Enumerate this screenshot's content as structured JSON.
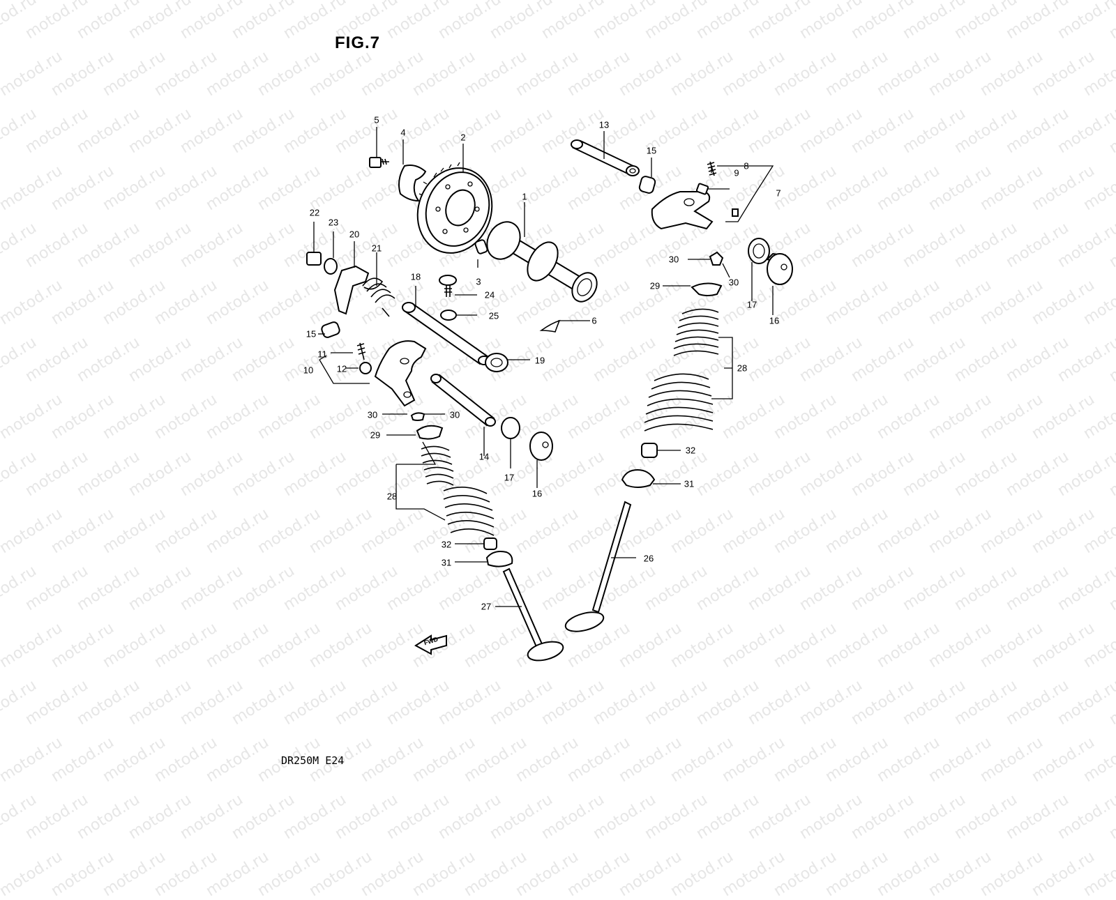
{
  "title": "FIG.7",
  "footer": "DR250M E24",
  "watermark": "motod.ru",
  "fwd_label": "FWD",
  "callouts": [
    {
      "id": "c1",
      "text": "1"
    },
    {
      "id": "c2",
      "text": "2"
    },
    {
      "id": "c3",
      "text": "3"
    },
    {
      "id": "c4",
      "text": "4"
    },
    {
      "id": "c5",
      "text": "5"
    },
    {
      "id": "c6",
      "text": "6"
    },
    {
      "id": "c7",
      "text": "7"
    },
    {
      "id": "c8",
      "text": "8"
    },
    {
      "id": "c9",
      "text": "9"
    },
    {
      "id": "c10",
      "text": "10"
    },
    {
      "id": "c11",
      "text": "11"
    },
    {
      "id": "c12",
      "text": "12"
    },
    {
      "id": "c13",
      "text": "13"
    },
    {
      "id": "c14",
      "text": "14"
    },
    {
      "id": "c15a",
      "text": "15"
    },
    {
      "id": "c15b",
      "text": "15"
    },
    {
      "id": "c16a",
      "text": "16"
    },
    {
      "id": "c16b",
      "text": "16"
    },
    {
      "id": "c17a",
      "text": "17"
    },
    {
      "id": "c17b",
      "text": "17"
    },
    {
      "id": "c18",
      "text": "18"
    },
    {
      "id": "c19",
      "text": "19"
    },
    {
      "id": "c20",
      "text": "20"
    },
    {
      "id": "c21",
      "text": "21"
    },
    {
      "id": "c22",
      "text": "22"
    },
    {
      "id": "c23",
      "text": "23"
    },
    {
      "id": "c24",
      "text": "24"
    },
    {
      "id": "c25",
      "text": "25"
    },
    {
      "id": "c26",
      "text": "26"
    },
    {
      "id": "c27",
      "text": "27"
    },
    {
      "id": "c28a",
      "text": "28"
    },
    {
      "id": "c28b",
      "text": "28"
    },
    {
      "id": "c29a",
      "text": "29"
    },
    {
      "id": "c29b",
      "text": "29"
    },
    {
      "id": "c30a",
      "text": "30"
    },
    {
      "id": "c30b",
      "text": "30"
    },
    {
      "id": "c30c",
      "text": "30"
    },
    {
      "id": "c30d",
      "text": "30"
    },
    {
      "id": "c31a",
      "text": "31"
    },
    {
      "id": "c31b",
      "text": "31"
    },
    {
      "id": "c32a",
      "text": "32"
    },
    {
      "id": "c32b",
      "text": "32"
    }
  ]
}
